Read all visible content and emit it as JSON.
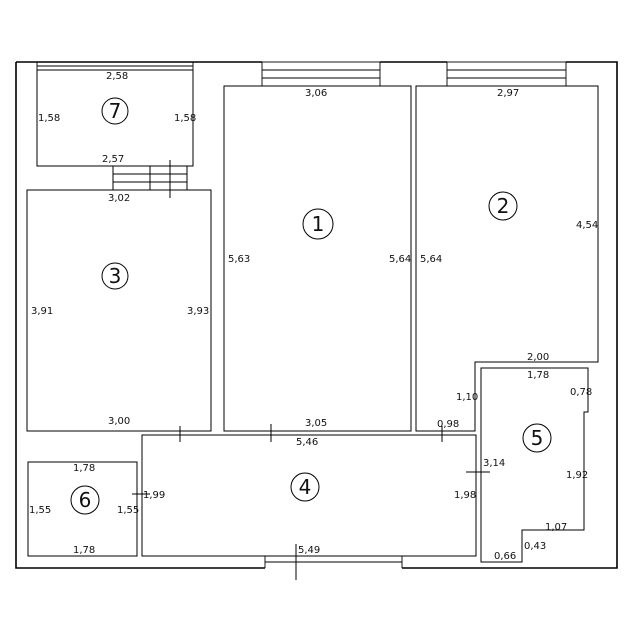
{
  "rooms": [
    {
      "number": "1",
      "dims": [
        "3,06",
        "5,63",
        "5,64",
        "3,05"
      ]
    },
    {
      "number": "2",
      "dims": [
        "2,97",
        "4,54",
        "5,64",
        "2,00",
        "1,10",
        "0,98"
      ]
    },
    {
      "number": "3",
      "dims": [
        "3,02",
        "3,91",
        "3,93",
        "3,00"
      ]
    },
    {
      "number": "4",
      "dims": [
        "5,46",
        "1,99",
        "1,98",
        "5,49"
      ]
    },
    {
      "number": "5",
      "dims": [
        "1,78",
        "0,78",
        "3,14",
        "1,92",
        "1,07",
        "0,43",
        "0,66"
      ]
    },
    {
      "number": "6",
      "dims": [
        "1,78",
        "1,55",
        "1,55",
        "1,78"
      ]
    },
    {
      "number": "7",
      "dims": [
        "2,58",
        "1,58",
        "1,58",
        "2,57"
      ]
    }
  ]
}
